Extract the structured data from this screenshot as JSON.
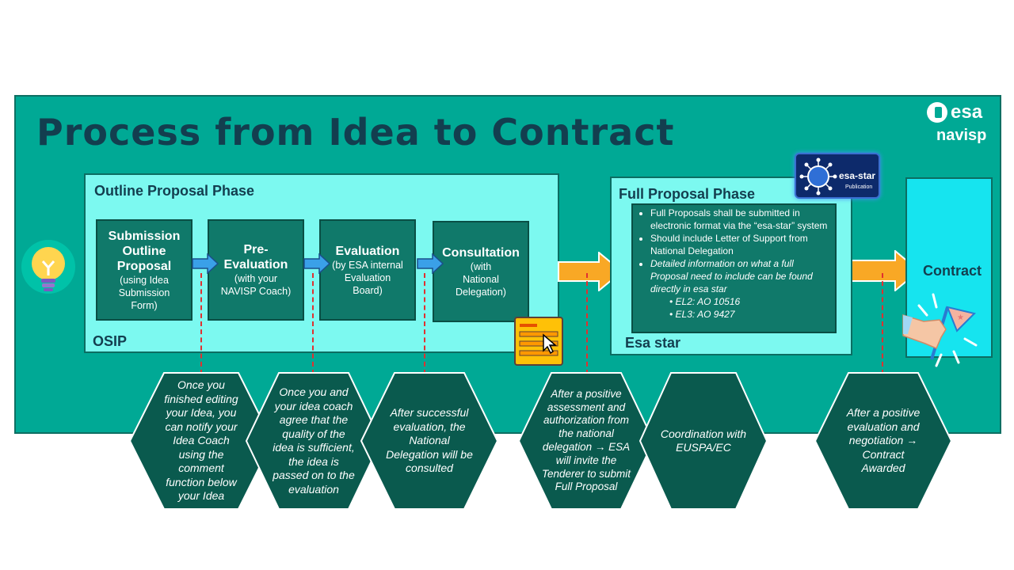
{
  "title": "Process from Idea to Contract",
  "logos": {
    "esa": "esa",
    "navisp": "navisp",
    "esa_star_badge": "esa-star",
    "esa_star_badge_sub": "Publication"
  },
  "outline_phase": {
    "title": "Outline Proposal Phase",
    "footer_label": "OSIP",
    "steps": [
      {
        "title": "Submission Outline Proposal",
        "subtitle": "(using Idea Submission Form)"
      },
      {
        "title": "Pre-Evaluation",
        "subtitle": "(with your NAVISP Coach)"
      },
      {
        "title": "Evaluation",
        "subtitle": "(by ESA internal Evaluation Board)"
      },
      {
        "title": "Consultation",
        "subtitle": "(with National Delegation)"
      }
    ]
  },
  "full_phase": {
    "title": "Full Proposal Phase",
    "footer_label": "Esa star",
    "bullets": [
      "Full Proposals shall be submitted in electronic format via the “esa-star” system",
      "Should include Letter of Support from National Delegation"
    ],
    "italic_bullet": "Detailed information on what a full Proposal need to include can be found directly in esa star",
    "sub_bullets": [
      "EL2: AO 10516",
      "EL3: AO 9427"
    ]
  },
  "contract": {
    "label": "Contract"
  },
  "notes": [
    "Once you finished editing your Idea, you can notify your Idea Coach using the comment function below your Idea",
    "Once you and your idea coach agree that the quality of the idea is sufficient, the idea is passed on to the evaluation",
    "After successful evaluation, the National Delegation will be consulted",
    "After a positive assessment and authorization from the national delegation → ESA will invite the Tenderer to submit  Full Proposal",
    "Coordination with EUSPA/EC",
    "After a positive evaluation and negotiation → Contract Awarded"
  ],
  "icons": [
    "lightbulb-icon",
    "form-click-icon",
    "handshake-flag-icon",
    "esa-star-badge-icon"
  ],
  "colors": {
    "panel": "#00a995",
    "phase_box": "#7cf9f0",
    "step": "#10796a",
    "hexagon": "#0a5a4e",
    "title": "#133e4f",
    "orange_arrow": "#f9a825",
    "blue_arrow": "#3aa0e8",
    "contract_box": "#16e4ef"
  }
}
